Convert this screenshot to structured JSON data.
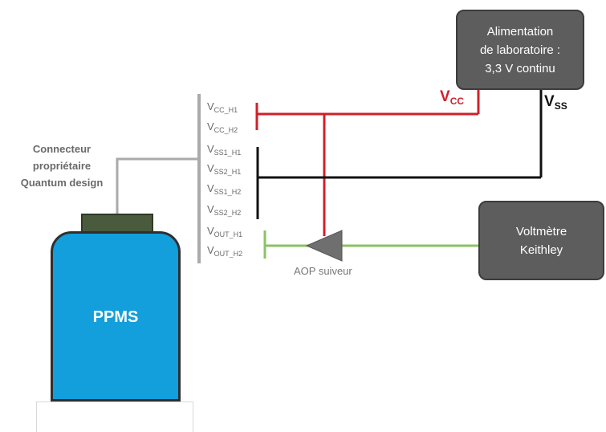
{
  "power_supply": {
    "lines": [
      "Alimentation",
      "de laboratoire :",
      "3,3 V continu"
    ]
  },
  "voltmeter": {
    "lines": [
      "Voltmètre",
      "Keithley"
    ]
  },
  "rails": {
    "vcc": {
      "main": "V",
      "sub": "CC",
      "color": "#d0202a"
    },
    "vss": {
      "main": "V",
      "sub": "SS",
      "color": "#111111"
    }
  },
  "pins": [
    {
      "main": "V",
      "sub": "CC_H1"
    },
    {
      "main": "V",
      "sub": "CC_H2"
    },
    {
      "main": "V",
      "sub": "SS1_H1"
    },
    {
      "main": "V",
      "sub": "SS2_H1"
    },
    {
      "main": "V",
      "sub": "SS1_H2"
    },
    {
      "main": "V",
      "sub": "SS2_H2"
    },
    {
      "main": "V",
      "sub": "OUT_H1"
    },
    {
      "main": "V",
      "sub": "OUT_H2"
    }
  ],
  "connector_label": [
    "Connecteur",
    "propriétaire",
    "Quantum design"
  ],
  "aop_label": "AOP suiveur",
  "ppms_label": "PPMS",
  "colors": {
    "box_fill": "#5d5d5d",
    "vcc_wire": "#d0202a",
    "vss_wire": "#111111",
    "out_wire": "#8dc265",
    "connector_wire": "#aaaaaa",
    "op_amp": "#6f6f6f",
    "ppms_body": "#139edc",
    "ppms_cap": "#4a5a3c"
  }
}
